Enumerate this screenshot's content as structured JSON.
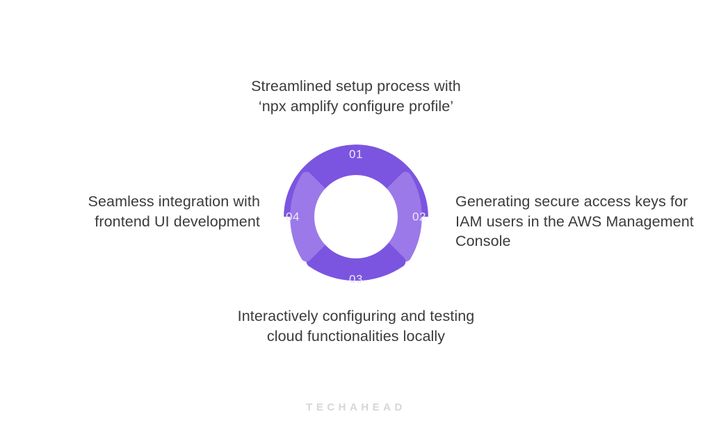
{
  "page": {
    "background_color": "#ffffff",
    "brand_footer": "TECHAHEAD"
  },
  "theme": {
    "segment_dark": "#7b55e0",
    "segment_light": "#9b79e8",
    "segment_number_color": "#efe9fb",
    "label_text_color": "#3b3b3b",
    "brand_color": "#d6d6d6"
  },
  "diagram": {
    "type": "segmented-donut",
    "segment_count": 4,
    "center_hole": true,
    "segments": [
      {
        "number": "01",
        "position": "top",
        "color": "#7b55e0",
        "label": "Streamlined setup process with\n‘npx amplify configure profile’"
      },
      {
        "number": "02",
        "position": "right",
        "color": "#9b79e8",
        "label": "Generating secure access keys for\nIAM users in the AWS Management\nConsole"
      },
      {
        "number": "03",
        "position": "bottom",
        "color": "#7b55e0",
        "label": "Interactively configuring and testing\ncloud functionalities locally"
      },
      {
        "number": "04",
        "position": "left",
        "color": "#9b79e8",
        "label": "Seamless integration with\nfrontend UI development"
      }
    ]
  },
  "chart_data": {
    "type": "pie",
    "title": "",
    "categories": [
      "01",
      "02",
      "03",
      "04"
    ],
    "values": [
      25,
      25,
      25,
      25
    ],
    "labels": [
      "Streamlined setup process with ‘npx amplify configure profile’",
      "Generating secure access keys for IAM users in the AWS Management Console",
      "Interactively configuring and testing cloud functionalities locally",
      "Seamless integration with frontend UI development"
    ],
    "colors": [
      "#7b55e0",
      "#9b79e8",
      "#7b55e0",
      "#9b79e8"
    ],
    "legend": "none",
    "grid": false,
    "donut": true
  }
}
